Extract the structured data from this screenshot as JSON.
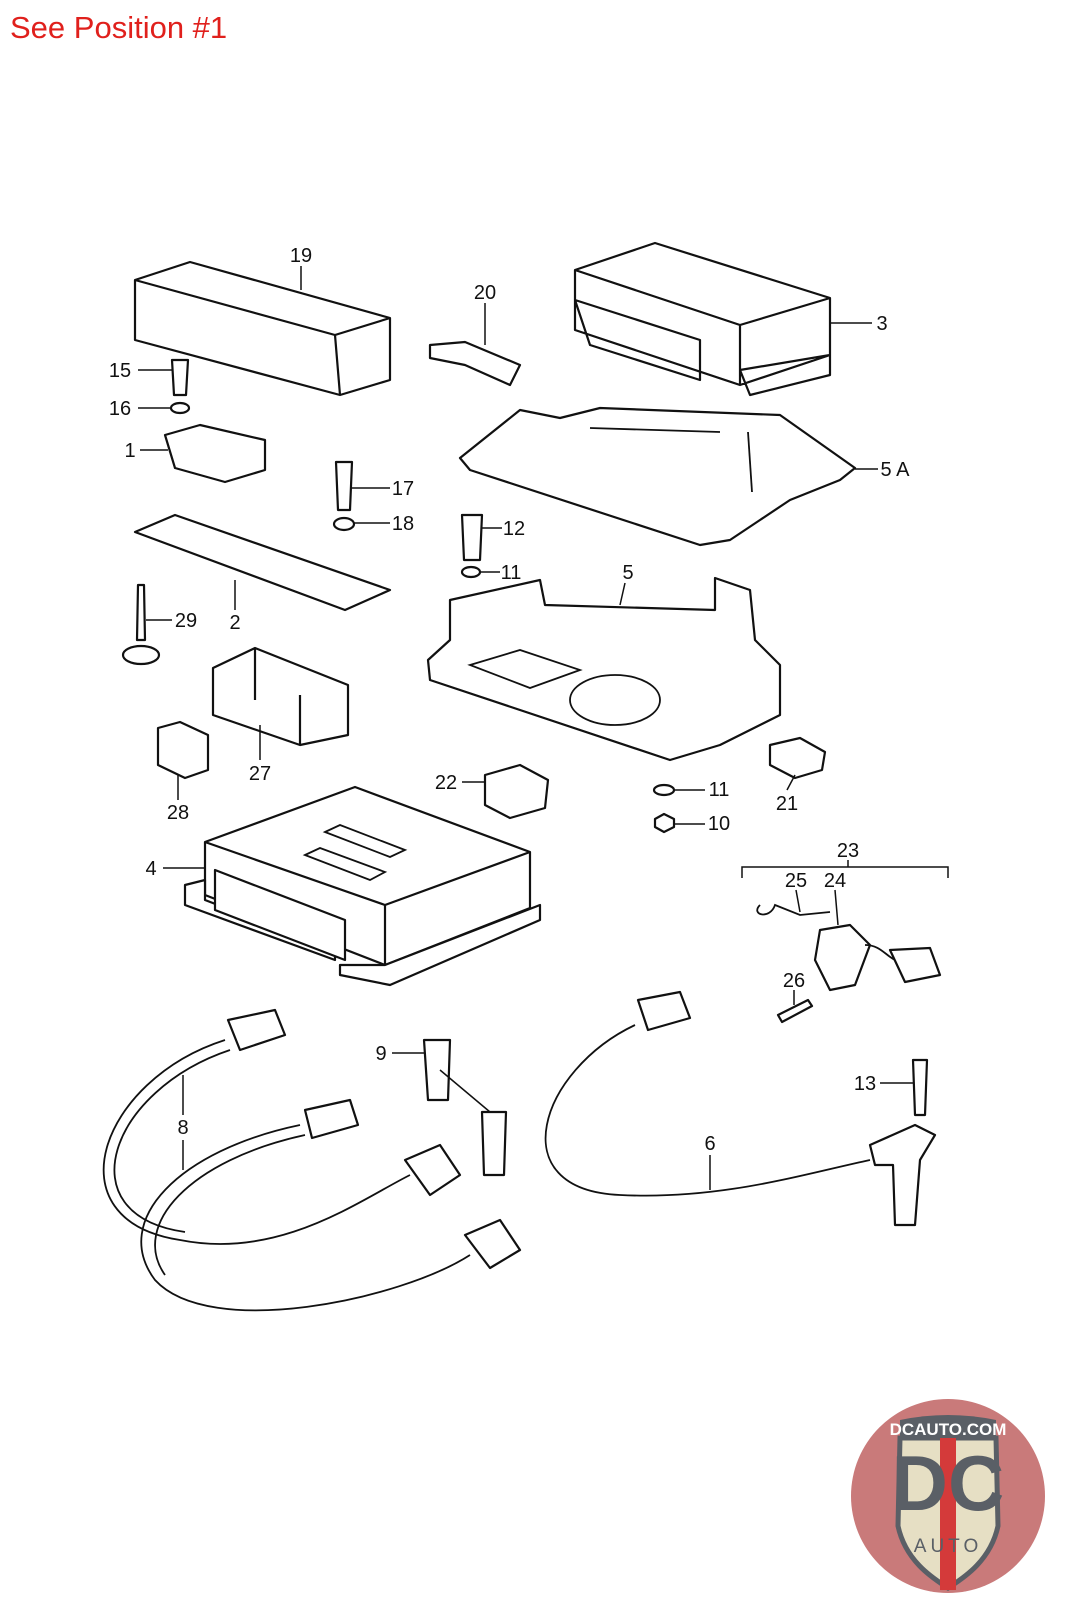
{
  "header": {
    "text": "See Position #1"
  },
  "header_color": "#e0201c",
  "callouts": [
    "19",
    "20",
    "3",
    "15",
    "16",
    "1",
    "17",
    "18",
    "5 A",
    "12",
    "11",
    "5",
    "29",
    "2",
    "27",
    "28",
    "22",
    "11",
    "10",
    "21",
    "4",
    "23",
    "25",
    "24",
    "26",
    "9",
    "13",
    "8",
    "6"
  ],
  "logo": {
    "text_top": "DCAUTO.COM",
    "text_main": "DC",
    "text_bottom": "AUTO",
    "colors": {
      "circle": "#c97a7a",
      "shield": "#e6dfc4",
      "letters": "#5a5f66",
      "stripe": "#d43a3a"
    }
  }
}
